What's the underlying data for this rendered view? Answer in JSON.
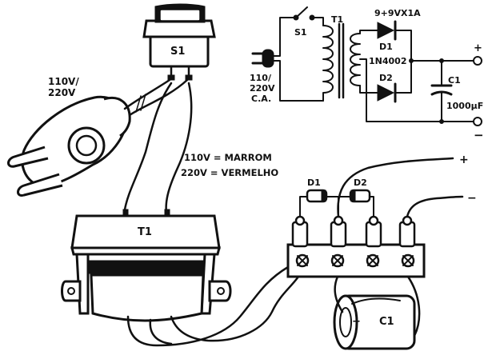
{
  "schematic": {
    "switch_label": "S1",
    "transformer_label": "T1",
    "transformer_rating": "9+9VX1A",
    "diode1_label": "D1",
    "diode2_label": "D2",
    "diode_part": "1N4002",
    "capacitor_label": "C1",
    "capacitor_value": "1000µF",
    "input_line1": "110/",
    "input_line2": "220V",
    "input_line3": "C.A.",
    "plus_terminal": "+",
    "minus_terminal": "−"
  },
  "assembly": {
    "switch_label": "S1",
    "plug_voltage_line1": "110V/",
    "plug_voltage_line2": "220V",
    "wire_note_110": "110V = MARROM",
    "wire_note_220": "220V = VERMELHO",
    "transformer_label": "T1",
    "diode1_label": "D1",
    "diode2_label": "D2",
    "capacitor_label": "C1",
    "capacitor_plus": "+",
    "output_plus": "+",
    "output_minus": "−"
  }
}
